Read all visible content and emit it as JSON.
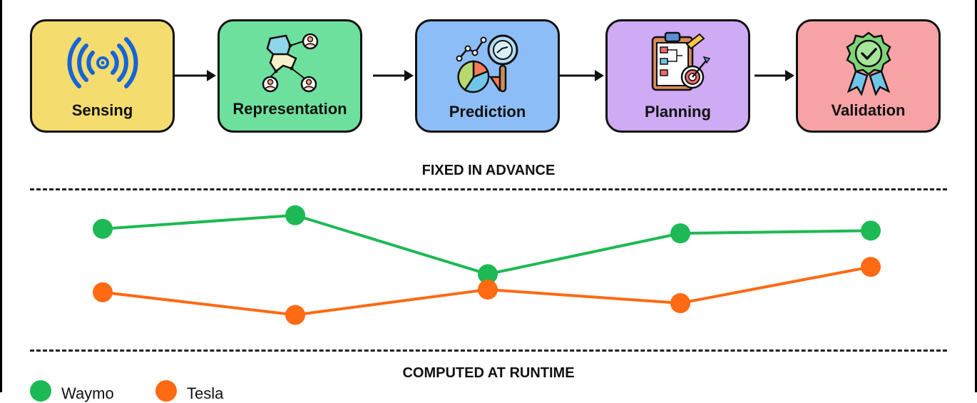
{
  "stages": [
    {
      "label": "Sensing",
      "color": "#f5dc6e",
      "icon": "wireless-signal-icon"
    },
    {
      "label": "Representation",
      "color": "#6ee09e",
      "icon": "map-network-icon"
    },
    {
      "label": "Prediction",
      "color": "#8dbdf7",
      "icon": "analytics-magnifier-icon"
    },
    {
      "label": "Planning",
      "color": "#cfaaf5",
      "icon": "clipboard-target-icon"
    },
    {
      "label": "Validation",
      "color": "#f7a3a6",
      "icon": "award-badge-icon"
    }
  ],
  "labels": {
    "fixed": "FIXED IN ADVANCE",
    "computed": "COMPUTED AT RUNTIME"
  },
  "chart_data": {
    "type": "line",
    "categories": [
      "Sensing",
      "Representation",
      "Prediction",
      "Planning",
      "Validation"
    ],
    "series": [
      {
        "name": "Waymo",
        "color": "#1db954",
        "values": [
          0.8,
          0.95,
          0.3,
          0.75,
          0.78
        ]
      },
      {
        "name": "Tesla",
        "color": "#ff6a13",
        "values": [
          0.1,
          -0.15,
          0.13,
          -0.02,
          0.38
        ]
      }
    ]
  }
}
